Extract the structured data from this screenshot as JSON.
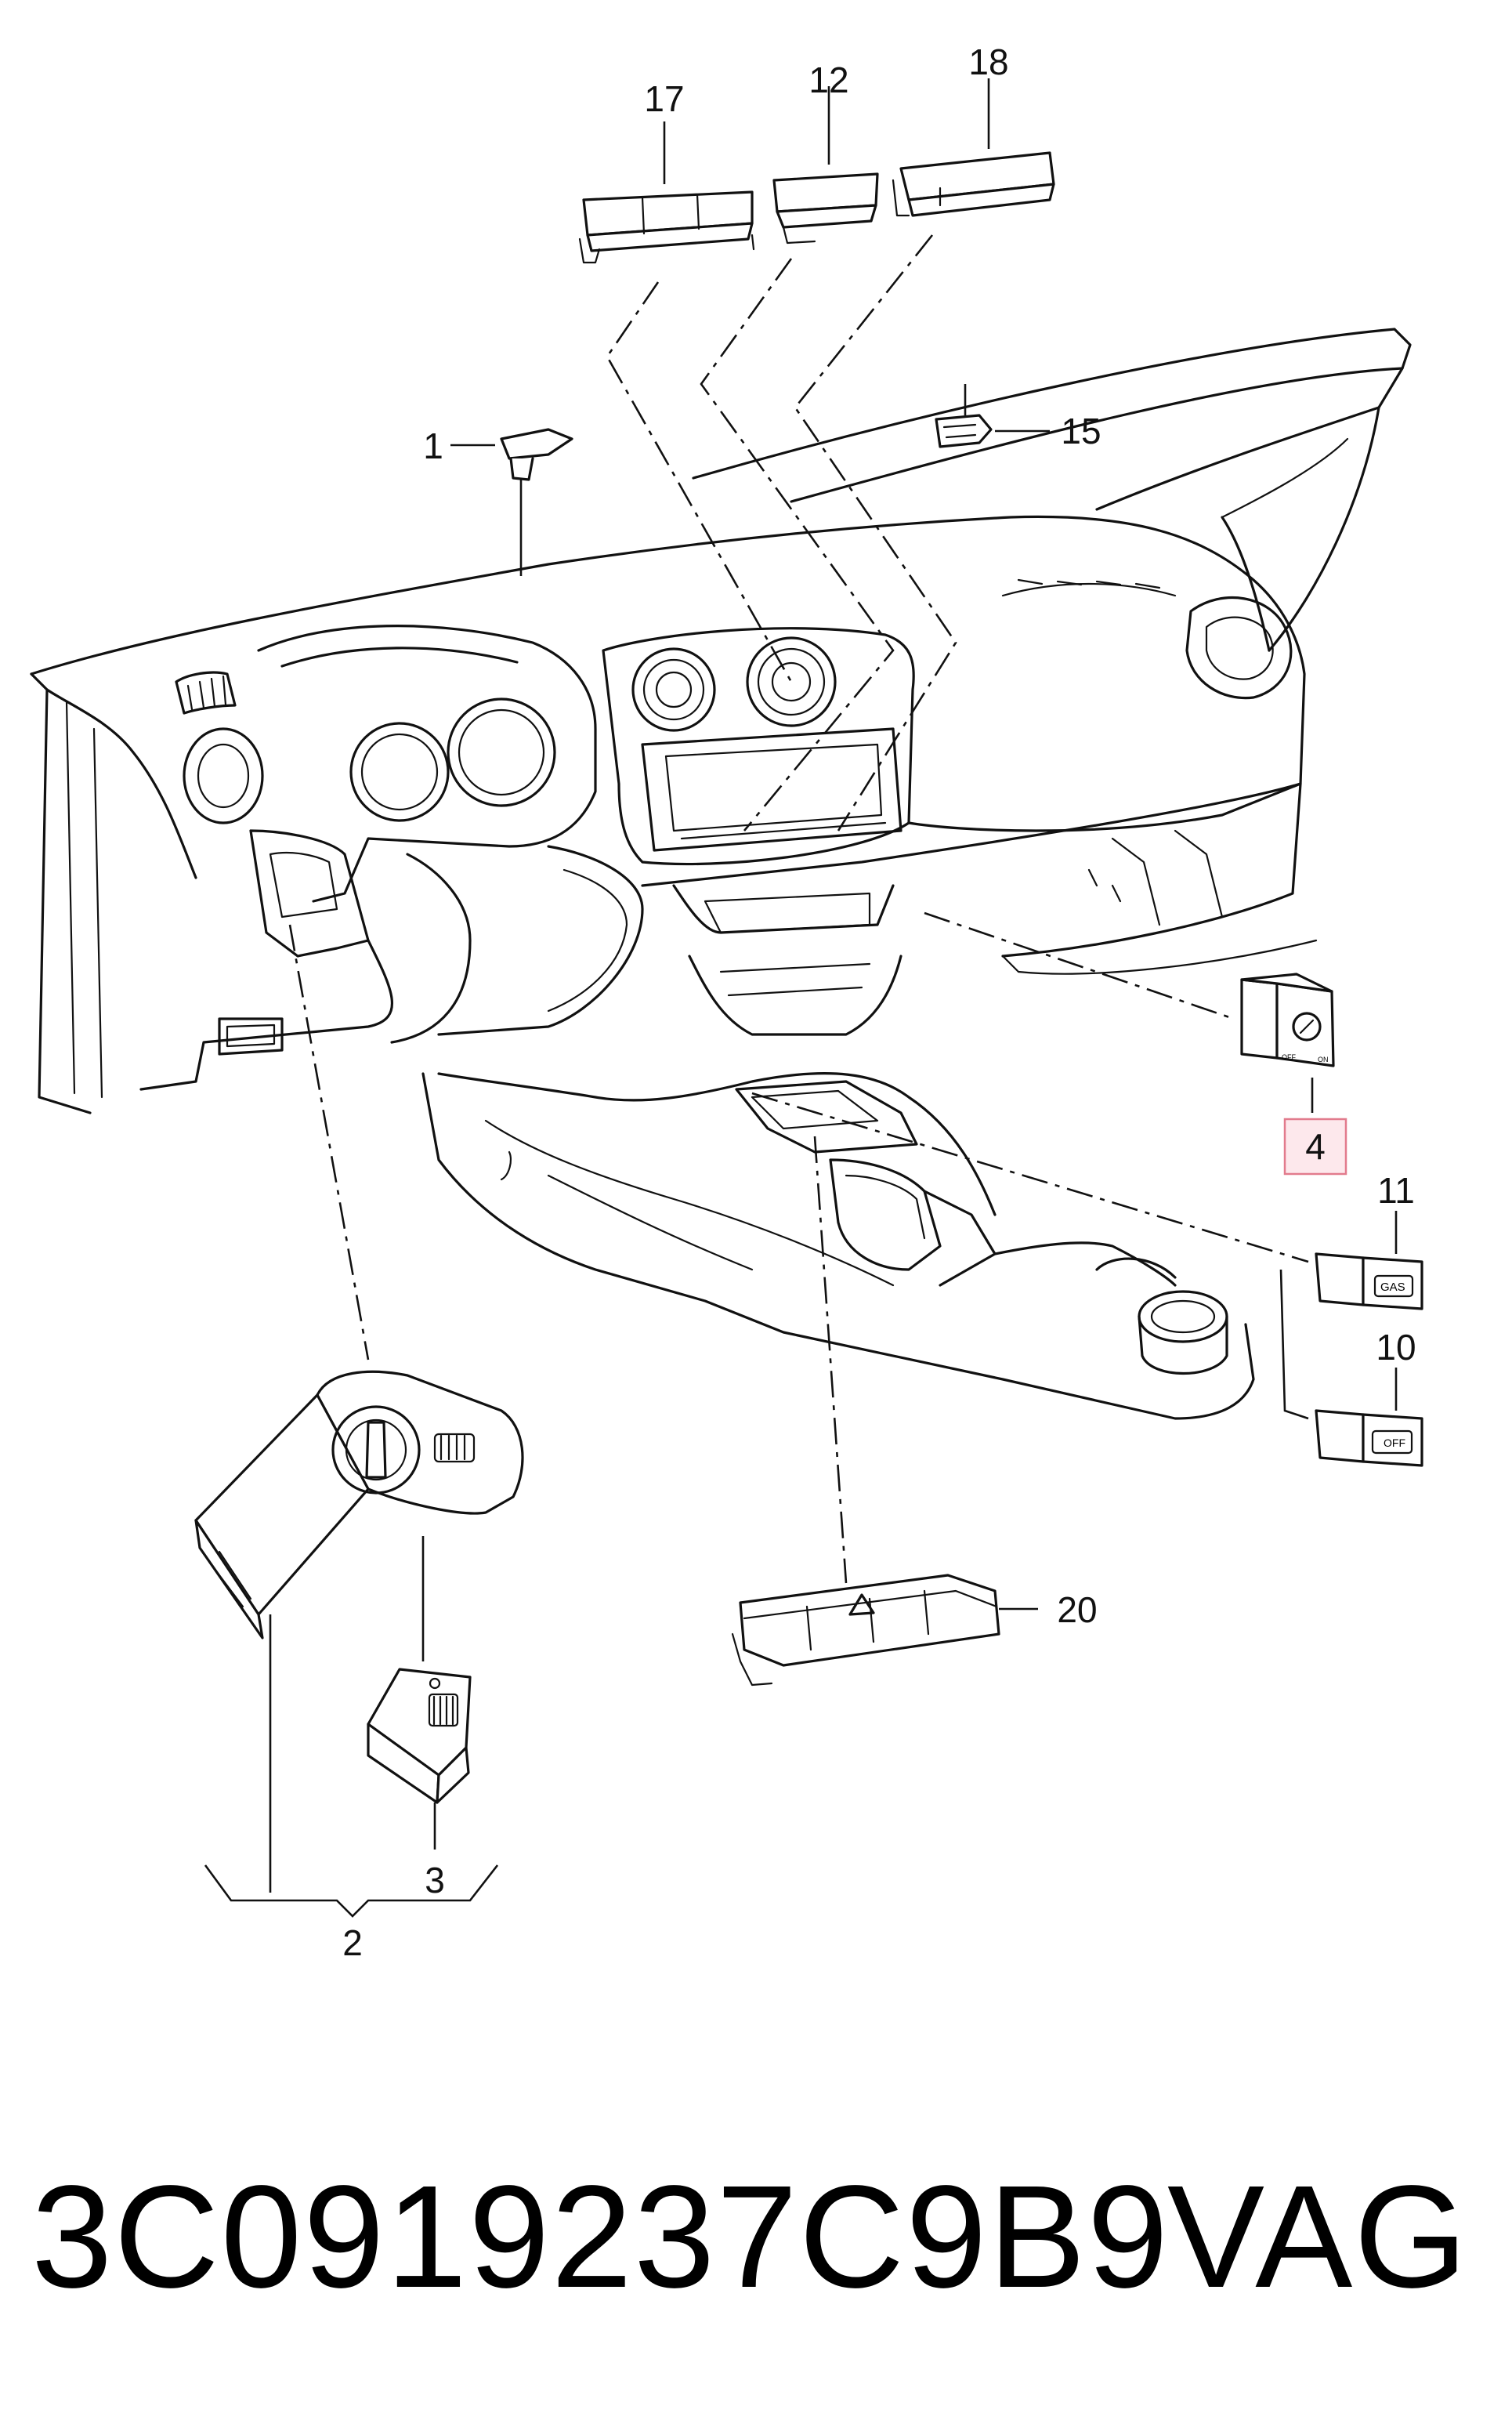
{
  "diagram": {
    "part_labels": [
      {
        "id": "p17",
        "text": "17"
      },
      {
        "id": "p12",
        "text": "12"
      },
      {
        "id": "p18",
        "text": "18"
      },
      {
        "id": "p1",
        "text": "1"
      },
      {
        "id": "p15",
        "text": "15"
      },
      {
        "id": "p4",
        "text": "4"
      },
      {
        "id": "p11",
        "text": "11"
      },
      {
        "id": "p10",
        "text": "10"
      },
      {
        "id": "p20",
        "text": "20"
      },
      {
        "id": "p3",
        "text": "3"
      },
      {
        "id": "p2",
        "text": "2"
      }
    ],
    "highlighted_part": "4",
    "highlight_color": "#fde8ec",
    "highlight_border_color": "#e27b8d",
    "button_texts": {
      "gas": "GAS",
      "off": "OFF",
      "airbag_on": "ON",
      "airbag_off": "OFF"
    }
  },
  "footer": {
    "part_number": "3C0919237C9B9",
    "brand": "VAG"
  }
}
